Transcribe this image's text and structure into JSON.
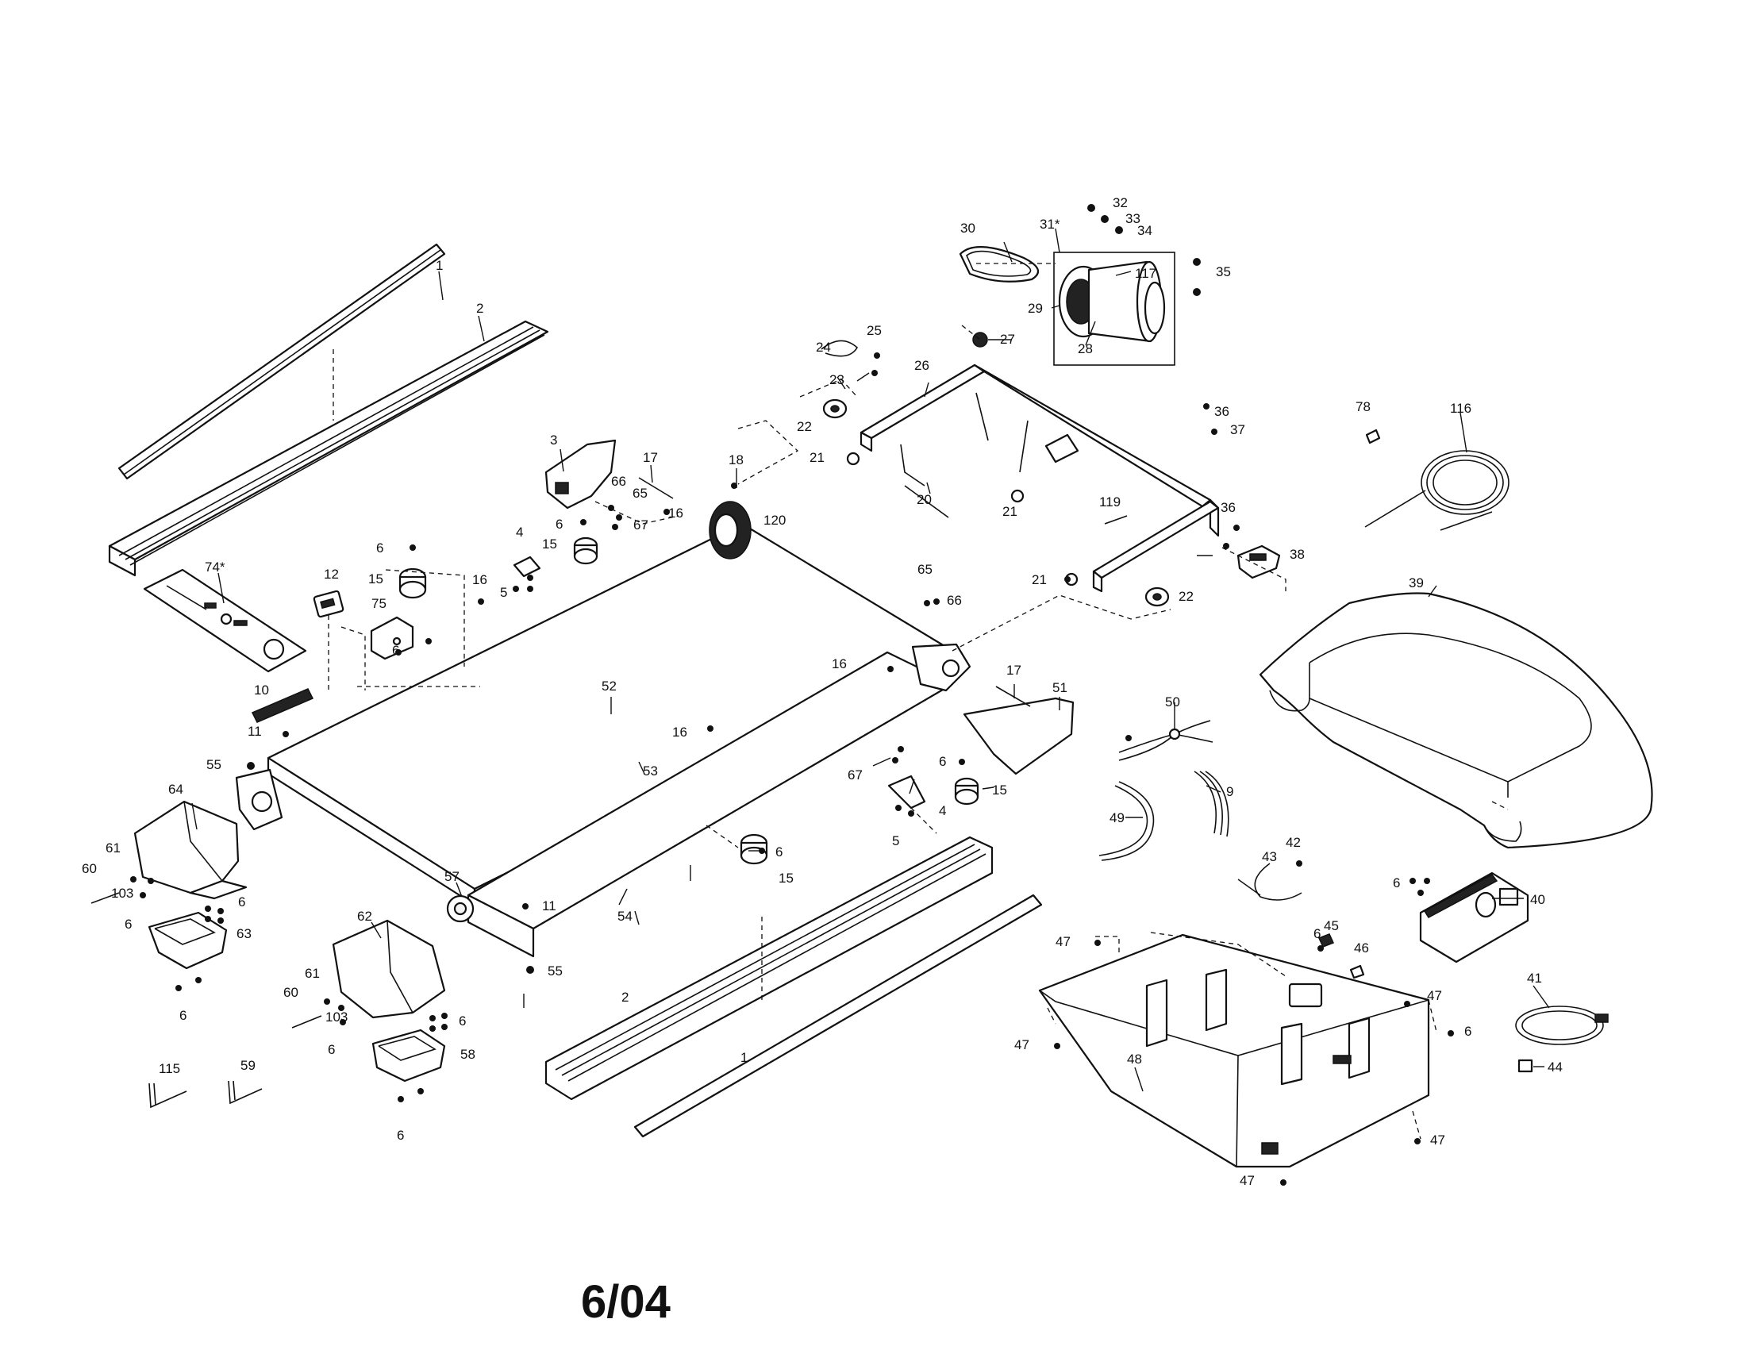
{
  "footer_text": "6/04",
  "labels": [
    {
      "id": "p1a",
      "text": "1"
    },
    {
      "id": "p2a",
      "text": "2"
    },
    {
      "id": "p3",
      "text": "3"
    },
    {
      "id": "p4a",
      "text": "4"
    },
    {
      "id": "p5a",
      "text": "5"
    },
    {
      "id": "p6a",
      "text": "6"
    },
    {
      "id": "p6b",
      "text": "6"
    },
    {
      "id": "p6c",
      "text": "6"
    },
    {
      "id": "p74",
      "text": "74*"
    },
    {
      "id": "p12",
      "text": "12"
    },
    {
      "id": "p15a",
      "text": "15"
    },
    {
      "id": "p75",
      "text": "75"
    },
    {
      "id": "p16a",
      "text": "16"
    },
    {
      "id": "p17a",
      "text": "17"
    },
    {
      "id": "p66a",
      "text": "66"
    },
    {
      "id": "p65a",
      "text": "65"
    },
    {
      "id": "p67a",
      "text": "67"
    },
    {
      "id": "p16b",
      "text": "16"
    },
    {
      "id": "p18",
      "text": "18"
    },
    {
      "id": "p120",
      "text": "120"
    },
    {
      "id": "p15b",
      "text": "15"
    },
    {
      "id": "p10",
      "text": "10"
    },
    {
      "id": "p11a",
      "text": "11"
    },
    {
      "id": "p55a",
      "text": "55"
    },
    {
      "id": "p52",
      "text": "52"
    },
    {
      "id": "p64",
      "text": "64"
    },
    {
      "id": "p61a",
      "text": "61"
    },
    {
      "id": "p60a",
      "text": "60"
    },
    {
      "id": "p103a",
      "text": "103"
    },
    {
      "id": "p6d",
      "text": "6"
    },
    {
      "id": "p6e",
      "text": "6"
    },
    {
      "id": "p63",
      "text": "63"
    },
    {
      "id": "p6f",
      "text": "6"
    },
    {
      "id": "p62",
      "text": "62"
    },
    {
      "id": "p61b",
      "text": "61"
    },
    {
      "id": "p60b",
      "text": "60"
    },
    {
      "id": "p103b",
      "text": "103"
    },
    {
      "id": "p6g",
      "text": "6"
    },
    {
      "id": "p6h",
      "text": "6"
    },
    {
      "id": "p58",
      "text": "58"
    },
    {
      "id": "p6i",
      "text": "6"
    },
    {
      "id": "p115",
      "text": "115"
    },
    {
      "id": "p59",
      "text": "59"
    },
    {
      "id": "p57",
      "text": "57"
    },
    {
      "id": "p11b",
      "text": "11"
    },
    {
      "id": "p54",
      "text": "54"
    },
    {
      "id": "p55b",
      "text": "55"
    },
    {
      "id": "p53",
      "text": "53"
    },
    {
      "id": "p16c",
      "text": "16"
    },
    {
      "id": "p16d",
      "text": "16"
    },
    {
      "id": "p6j",
      "text": "6"
    },
    {
      "id": "p15c",
      "text": "15"
    },
    {
      "id": "p2b",
      "text": "2"
    },
    {
      "id": "p1b",
      "text": "1"
    },
    {
      "id": "p67b",
      "text": "67"
    },
    {
      "id": "p6k",
      "text": "6"
    },
    {
      "id": "p15d",
      "text": "15"
    },
    {
      "id": "p4b",
      "text": "4"
    },
    {
      "id": "p5b",
      "text": "5"
    },
    {
      "id": "p17b",
      "text": "17"
    },
    {
      "id": "p51",
      "text": "51"
    },
    {
      "id": "p65b",
      "text": "65"
    },
    {
      "id": "p66b",
      "text": "66"
    },
    {
      "id": "p24",
      "text": "24"
    },
    {
      "id": "p25",
      "text": "25"
    },
    {
      "id": "p23",
      "text": "23"
    },
    {
      "id": "p22a",
      "text": "22"
    },
    {
      "id": "p21a",
      "text": "21"
    },
    {
      "id": "p26",
      "text": "26"
    },
    {
      "id": "p20",
      "text": "20"
    },
    {
      "id": "p21b",
      "text": "21"
    },
    {
      "id": "p27",
      "text": "27"
    },
    {
      "id": "p30",
      "text": "30"
    },
    {
      "id": "p31",
      "text": "31*"
    },
    {
      "id": "p32",
      "text": "32"
    },
    {
      "id": "p33",
      "text": "33"
    },
    {
      "id": "p34",
      "text": "34"
    },
    {
      "id": "p117",
      "text": "117"
    },
    {
      "id": "p35",
      "text": "35"
    },
    {
      "id": "p29",
      "text": "29"
    },
    {
      "id": "p28",
      "text": "28"
    },
    {
      "id": "p36a",
      "text": "36"
    },
    {
      "id": "p37",
      "text": "37"
    },
    {
      "id": "p119",
      "text": "119"
    },
    {
      "id": "p36b",
      "text": "36"
    },
    {
      "id": "p38",
      "text": "38"
    },
    {
      "id": "p21c",
      "text": "21"
    },
    {
      "id": "p22b",
      "text": "22"
    },
    {
      "id": "p78",
      "text": "78"
    },
    {
      "id": "p116",
      "text": "116"
    },
    {
      "id": "p39",
      "text": "39"
    },
    {
      "id": "p50",
      "text": "50"
    },
    {
      "id": "p9",
      "text": "9"
    },
    {
      "id": "p49",
      "text": "49"
    },
    {
      "id": "p43",
      "text": "43"
    },
    {
      "id": "p42",
      "text": "42"
    },
    {
      "id": "p6l",
      "text": "6"
    },
    {
      "id": "p45",
      "text": "45"
    },
    {
      "id": "p46",
      "text": "46"
    },
    {
      "id": "p6m",
      "text": "6"
    },
    {
      "id": "p40",
      "text": "40"
    },
    {
      "id": "p47a",
      "text": "47"
    },
    {
      "id": "p47b",
      "text": "47"
    },
    {
      "id": "p6n",
      "text": "6"
    },
    {
      "id": "p47c",
      "text": "47"
    },
    {
      "id": "p48",
      "text": "48"
    },
    {
      "id": "p41",
      "text": "41"
    },
    {
      "id": "p44",
      "text": "44"
    },
    {
      "id": "p47d",
      "text": "47"
    },
    {
      "id": "p47e",
      "text": "47"
    }
  ]
}
